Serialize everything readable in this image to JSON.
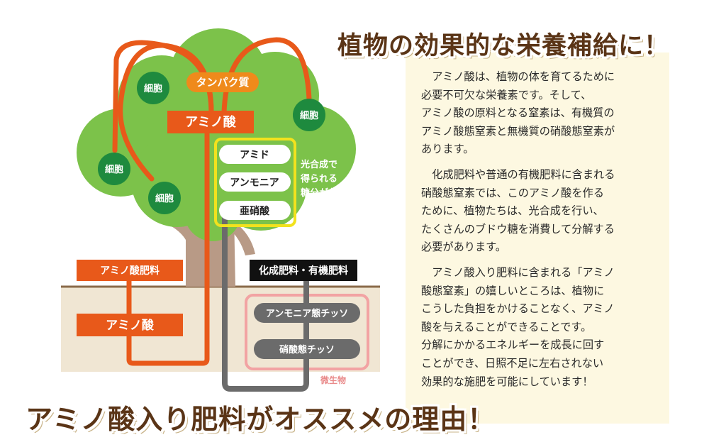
{
  "headlines": {
    "top": "植物の効果的な栄養補給に！",
    "bottom": "アミノ酸入り肥料がオススメの理由！"
  },
  "paragraphs": [
    "アミノ酸は、植物の体を育てるために\n必要不可欠な栄養素です。そして、\nアミノ酸の原料となる窒素は、有機質の\nアミノ酸態窒素と無機質の硝酸態窒素が\nあります。",
    "化成肥料や普通の有機肥料に含まれる\n硝酸態窒素では、このアミノ酸を作る\nために、植物たちは、光合成を行い、\nたくさんのブドウ糖を消費して分解する\n必要があります。",
    "アミノ酸入り肥料に含まれる「アミノ\n酸態窒素」の嬉しいところは、植物に\nこうした負担をかけることなく、アミノ\n酸を与えることができることです。\n分解にかかるエネルギーを成長に回す\nことができ、日照不足に左右されない\n効果的な施肥を可能にしています！"
  ],
  "diagram": {
    "protein": "タンパク質",
    "amino_acid_tree": "アミノ酸",
    "cells": [
      "細胞",
      "細胞",
      "細胞",
      "細胞"
    ],
    "conversion_steps": [
      "アミド",
      "アンモニア",
      "亜硝酸"
    ],
    "photosynthesis_note": [
      "光合成で",
      "得られる",
      "糖分が必要"
    ],
    "amino_fertilizer": "アミノ酸肥料",
    "amino_acid_soil": "アミノ酸",
    "chemical_fertilizer": "化成肥料・有機肥料",
    "ammonium_nitrogen": "アンモニア態チッソ",
    "nitrate_nitrogen": "硝酸態チッソ",
    "microbes": "微生物"
  },
  "colors": {
    "orange": "#e8591a",
    "tree_green": "#7cc24a",
    "cell_green": "#1e8a3e",
    "protein_orange": "#ef8a1b",
    "yellow_box": "#f2e21d",
    "gray_path": "#6b6b6b",
    "pink_box": "#f2a3a3",
    "trunk": "#b89a86",
    "soil": "#f0e6d3",
    "headline_brown": "#5a3416"
  }
}
